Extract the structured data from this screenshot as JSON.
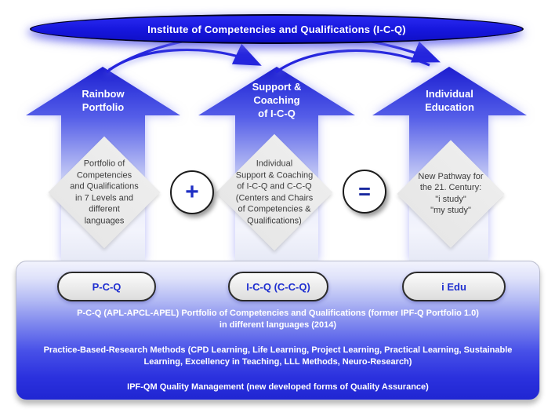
{
  "title": {
    "label": "Institute of Competencies and Qualifications (I-C-Q)"
  },
  "columns": [
    {
      "arrow_label": "Rainbow\nPortfolio",
      "diamond_text": "Portfolio of\nCompetencies\nand Qualifications\nin 7 Levels and\ndifferent\nlanguages",
      "pill": "P-C-Q"
    },
    {
      "arrow_label": "Support &\nCoaching\nof I-C-Q",
      "diamond_text": "Individual\nSupport & Coaching\nof I-C-Q and C-C-Q\n(Centers and Chairs\nof Competencies &\nQualifications)",
      "pill": "I-C-Q (C-C-Q)"
    },
    {
      "arrow_label": "Individual\nEducation",
      "diamond_text": "New Pathway for\nthe 21. Century:\n\"i study\"\n\"my study\"",
      "pill": "i Edu"
    }
  ],
  "operators": {
    "plus": "+",
    "equals": "="
  },
  "footer": {
    "line1": "P-C-Q (APL-APCL-APEL) Portfolio of Competencies and Qualifications (former IPF-Q Portfolio 1.0)\nin different languages (2014)",
    "line2": "Practice-Based-Research Methods (CPD Learning, Life Learning, Project Learning, Practical Learning, Sustainable\nLearning, Excellency in Teaching, LLL Methods, Neuro-Research)",
    "line3": "IPF-QM Quality Management (new developed forms of Quality Assurance)"
  },
  "colors": {
    "primary_blue": "#1a1ade",
    "curve_blue": "#2525dd",
    "panel_bottom_blue": "#2026d2",
    "diamond_gray": "#e9e9e9",
    "pill_text_blue": "#1f2fd0"
  }
}
